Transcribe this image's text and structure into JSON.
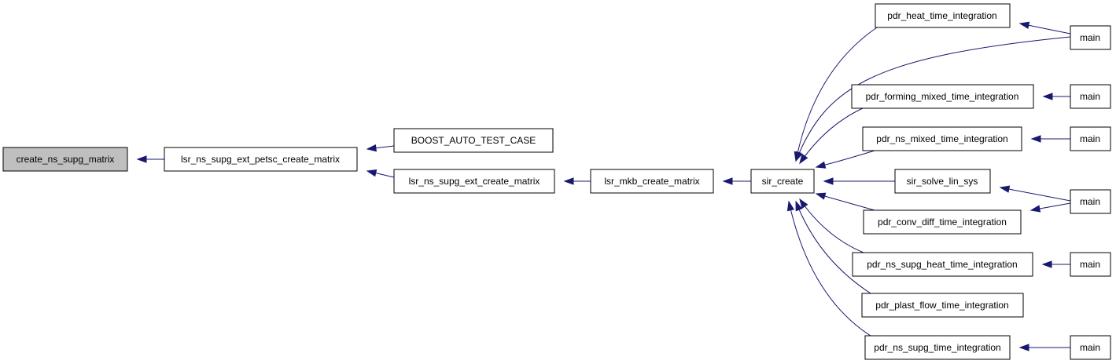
{
  "colors": {
    "node_fill": "#ffffff",
    "highlight_fill": "#bfbfbf",
    "node_border": "#000000",
    "edge": "#191970"
  },
  "nodes": {
    "n_create": {
      "label": "create_ns_supg_matrix",
      "highlight": true
    },
    "n_petsc": {
      "label": "lsr_ns_supg_ext_petsc_create_matrix"
    },
    "n_boost": {
      "label": "BOOST_AUTO_TEST_CASE"
    },
    "n_ext": {
      "label": "lsr_ns_supg_ext_create_matrix"
    },
    "n_mkb": {
      "label": "lsr_mkb_create_matrix"
    },
    "n_sir": {
      "label": "sir_create"
    },
    "n_heat": {
      "label": "pdr_heat_time_integration"
    },
    "n_forming": {
      "label": "pdr_forming_mixed_time_integration"
    },
    "n_nsmixed": {
      "label": "pdr_ns_mixed_time_integration"
    },
    "n_solve": {
      "label": "sir_solve_lin_sys"
    },
    "n_conv": {
      "label": "pdr_conv_diff_time_integration"
    },
    "n_nsheat": {
      "label": "pdr_ns_supg_heat_time_integration"
    },
    "n_plast": {
      "label": "pdr_plast_flow_time_integration"
    },
    "n_nssupg": {
      "label": "pdr_ns_supg_time_integration"
    },
    "n_main1": {
      "label": "main"
    },
    "n_main2": {
      "label": "main"
    },
    "n_main3": {
      "label": "main"
    },
    "n_main4": {
      "label": "main"
    },
    "n_main5": {
      "label": "main"
    },
    "n_main6": {
      "label": "main"
    }
  },
  "edges": [
    {
      "from": "n_petsc",
      "to": "n_create"
    },
    {
      "from": "n_boost",
      "to": "n_petsc"
    },
    {
      "from": "n_ext",
      "to": "n_petsc"
    },
    {
      "from": "n_mkb",
      "to": "n_ext"
    },
    {
      "from": "n_sir",
      "to": "n_mkb"
    },
    {
      "from": "n_heat",
      "to": "n_sir"
    },
    {
      "from": "n_main1",
      "to": "n_sir"
    },
    {
      "from": "n_forming",
      "to": "n_sir"
    },
    {
      "from": "n_nsmixed",
      "to": "n_sir"
    },
    {
      "from": "n_solve",
      "to": "n_sir"
    },
    {
      "from": "n_conv",
      "to": "n_sir"
    },
    {
      "from": "n_nsheat",
      "to": "n_sir"
    },
    {
      "from": "n_plast",
      "to": "n_sir"
    },
    {
      "from": "n_nssupg",
      "to": "n_sir"
    },
    {
      "from": "n_main1",
      "to": "n_heat"
    },
    {
      "from": "n_main2",
      "to": "n_forming"
    },
    {
      "from": "n_main3",
      "to": "n_nsmixed"
    },
    {
      "from": "n_main4",
      "to": "n_solve"
    },
    {
      "from": "n_main4",
      "to": "n_conv"
    },
    {
      "from": "n_main5",
      "to": "n_nsheat"
    },
    {
      "from": "n_main6",
      "to": "n_nssupg"
    }
  ]
}
